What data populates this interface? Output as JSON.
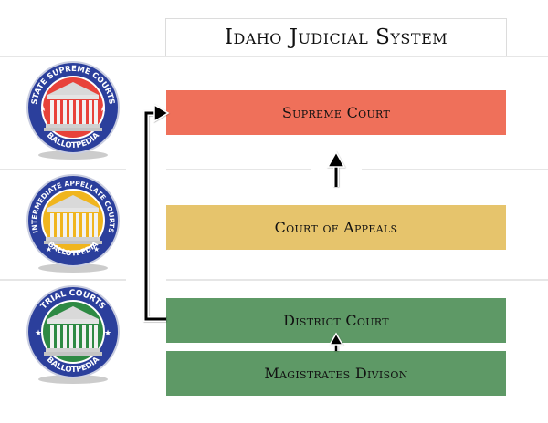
{
  "title": "Idaho Judicial System",
  "colors": {
    "supreme": "#ef705a",
    "appeals": "#e6c46c",
    "trial": "#5e9966",
    "seal_ring": "#2b3f9c",
    "divider": "#e6e6e6"
  },
  "seals": [
    {
      "top_text": "STATE SUPREME COURTS",
      "bottom_text": "BALLOTPEDIA",
      "inner_color": "#e8423a"
    },
    {
      "top_text": "INTERMEDIATE APPELLATE COURTS",
      "bottom_text": "BALLOTPEDIA",
      "inner_color": "#f0b51e"
    },
    {
      "top_text": "TRIAL COURTS",
      "bottom_text": "BALLOTPEDIA",
      "inner_color": "#2e8a44"
    }
  ],
  "courts": [
    {
      "label": "Supreme Court",
      "tier": "supreme"
    },
    {
      "label": "Court of Appeals",
      "tier": "appeals"
    },
    {
      "label": "District Court",
      "tier": "trial"
    },
    {
      "label": "Magistrates Divison",
      "tier": "trial"
    }
  ],
  "connections": [
    {
      "from": "Court of Appeals",
      "to": "Supreme Court",
      "type": "up-arrow"
    },
    {
      "from": "District Court",
      "to": "Supreme Court",
      "type": "elbow-arrow"
    },
    {
      "from": "Magistrates Divison",
      "to": "District Court",
      "type": "up-arrow"
    }
  ]
}
